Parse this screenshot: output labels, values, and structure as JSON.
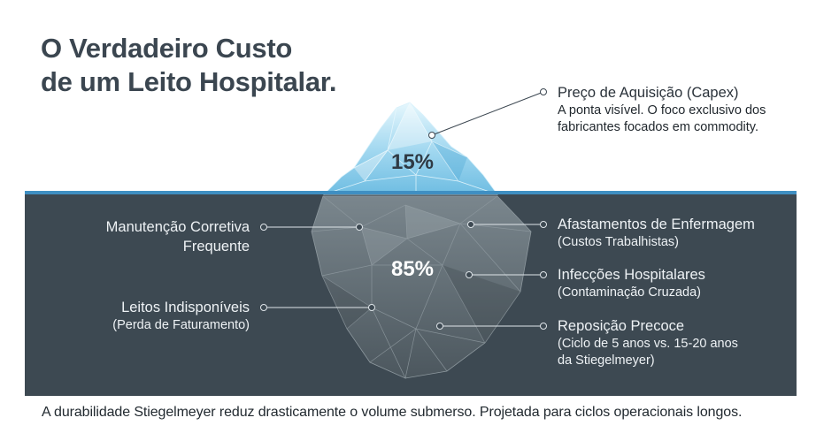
{
  "title": {
    "line1": "O Verdadeiro Custo",
    "line2": "de um Leito Hospitalar."
  },
  "tip": {
    "percent": "15%",
    "callout": {
      "title": "Preço de Aquisição (Capex)",
      "desc_line1": "A ponta visível. O foco exclusivo dos",
      "desc_line2": "fabricantes focados em commodity."
    }
  },
  "submerged": {
    "percent": "85%",
    "left_callouts": [
      {
        "line1": "Manutenção Corretiva",
        "line2": "Frequente"
      },
      {
        "line1": "Leitos Indisponíveis",
        "line2": "(Perda de Faturamento)"
      }
    ],
    "right_callouts": [
      {
        "line1": "Afastamentos de Enfermagem",
        "line2": "(Custos Trabalhistas)"
      },
      {
        "line1": "Infecções Hospitalares",
        "line2": "(Contaminação Cruzada)"
      },
      {
        "line1": "Reposição Precoce",
        "line2": "(Ciclo de 5 anos vs. 15-20 anos",
        "line3": "da Stiegelmeyer)"
      }
    ]
  },
  "footer": "A durabilidade Stiegelmeyer reduz drasticamente o volume submerso. Projetada para ciclos operacionais longos.",
  "colors": {
    "water": "#3d4952",
    "waterline": "#3f8fc2",
    "ice_light": "#b9e3f5",
    "ice_dark": "#5e6a72",
    "title": "#3b4650"
  }
}
